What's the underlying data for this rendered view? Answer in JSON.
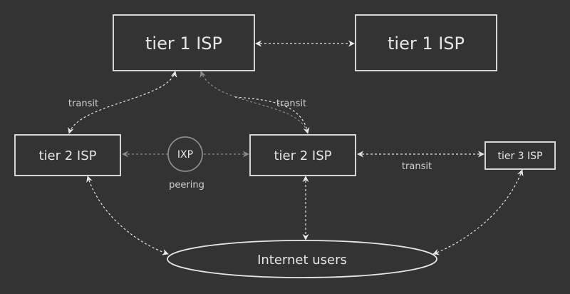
{
  "colors": {
    "background": "#333333",
    "stroke": "#e6e6e6",
    "ixp_stroke": "#8a8a8a",
    "text": "#e6e6e6"
  },
  "nodes": {
    "t1_left": "tier 1 ISP",
    "t1_right": "tier 1 ISP",
    "t2_left": "tier 2 ISP",
    "t2_mid": "tier 2 ISP",
    "t3": "tier 3 ISP",
    "ixp": "IXP",
    "users": "Internet users"
  },
  "edge_labels": {
    "transit_left": "transit",
    "transit_mid": "transit",
    "transit_right": "transit",
    "peering": "peering"
  }
}
